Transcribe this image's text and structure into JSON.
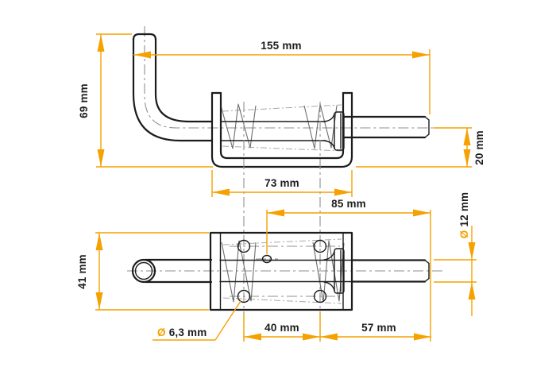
{
  "meta": {
    "unit": "mm",
    "accent_color": "#F5A100",
    "outline_color": "#1C1C1C",
    "centerline_color": "#8F8F8F",
    "background_color": "#FFFFFF"
  },
  "dimensions": {
    "overall_length": {
      "label": "155 mm",
      "value": 155
    },
    "handle_height": {
      "label": "69 mm",
      "value": 69
    },
    "pin_center_offset": {
      "label": "20 mm",
      "value": 20
    },
    "bracket_length": {
      "label": "73 mm",
      "value": 73
    },
    "pin_extension": {
      "label": "85 mm",
      "value": 85
    },
    "pin_diameter": {
      "prefix": "Ø",
      "label": "12 mm",
      "value": 12
    },
    "body_width": {
      "label": "41 mm",
      "value": 41
    },
    "hole_diameter": {
      "prefix": "Ø",
      "label": "6,3 mm",
      "value": 6.3
    },
    "hole_spacing": {
      "label": "40 mm",
      "value": 40
    },
    "pin_length": {
      "label": "57 mm",
      "value": 57
    }
  }
}
